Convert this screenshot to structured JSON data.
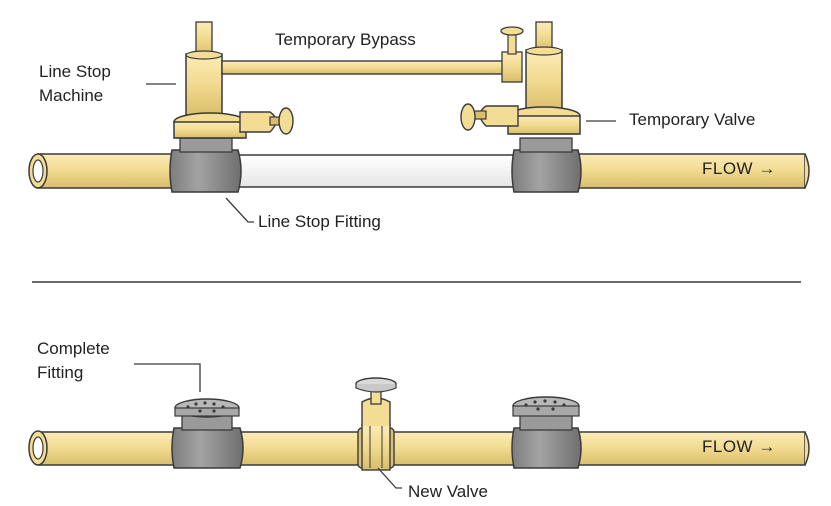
{
  "top_diagram": {
    "labels": {
      "temporary_bypass": "Temporary Bypass",
      "line_stop_machine_1": "Line Stop",
      "line_stop_machine_2": "Machine",
      "temporary_valve": "Temporary Valve",
      "line_stop_fitting": "Line Stop Fitting",
      "flow": "FLOW →"
    }
  },
  "bottom_diagram": {
    "labels": {
      "complete_fitting_1": "Complete",
      "complete_fitting_2": "Fitting",
      "new_valve": "New Valve",
      "flow": "FLOW →"
    }
  },
  "colors": {
    "pipe": "#f3dc93",
    "outline": "#3a3a3a",
    "fitting": "#8f8f8f",
    "bypass_pipe": "#ffffff",
    "background": "#ffffff"
  }
}
